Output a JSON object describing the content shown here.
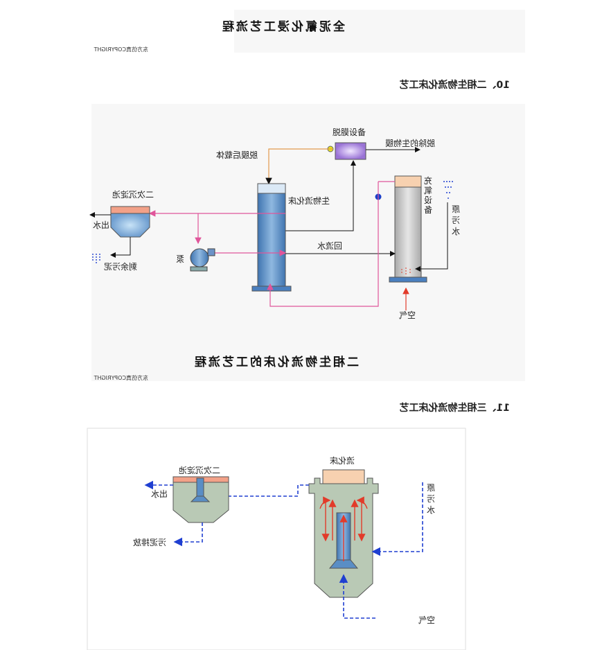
{
  "header": {
    "title": "全泥氰化浸工艺流程",
    "copyright": "东方仿真COPYRIGHT"
  },
  "section10": {
    "heading": "10、二相生物流化床工艺",
    "caption": "二相生物流化床的工艺流程",
    "copyright": "东方仿真COPYRIGHT",
    "labels": {
      "stripping_device": "脱膜设备",
      "stripped_biofilm": "脱除的生物膜",
      "carrier_after": "脱膜后载体",
      "clarifier": "二次沉淀池",
      "outlet_water": "出水",
      "excess_sludge": "剩余污泥",
      "pump": "泵",
      "bio_bed": "生物流化床",
      "return_water": "回流水",
      "oxygen_device": [
        "充",
        "氧",
        "设",
        "备"
      ],
      "raw_sewage": [
        "原",
        "污",
        "水"
      ],
      "air": "空气"
    },
    "colors": {
      "column": "#5a8ec5",
      "oxygen_dot": "#1a3fc9",
      "carrier_dot": "#e8e21c",
      "pink_line": "#e0559a",
      "orange_line": "#e19a4c",
      "stripper": "#a57fdc"
    }
  },
  "section11": {
    "heading": "11、三相生物流化床工艺",
    "labels": {
      "clarifier": "二次沉淀池",
      "bed": "流化床",
      "outlet_water": "出水",
      "sludge_discharge": "污泥排放",
      "raw_sewage": [
        "原",
        "污",
        "水"
      ],
      "air": "空气"
    },
    "colors": {
      "dashed_flow": "#1f3fd1",
      "bubble_arrows": "#e23b2a",
      "tank_body": "#b9c9b5"
    }
  }
}
